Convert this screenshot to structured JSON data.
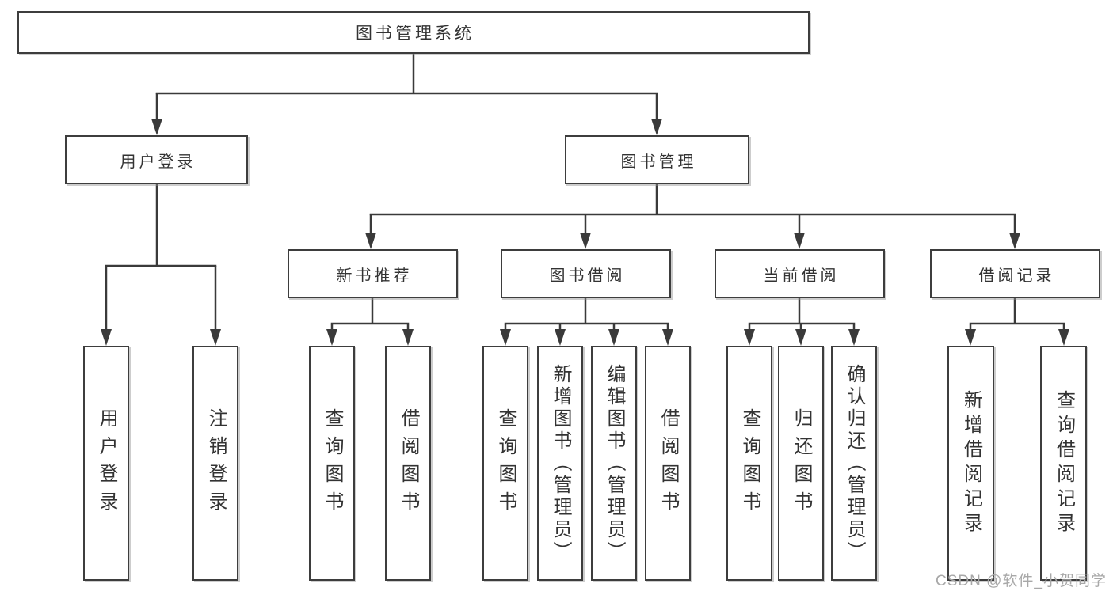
{
  "diagram_type": "hierarchy-tree",
  "tree": {
    "root": {
      "label": "图书管理系统",
      "children": [
        {
          "label": "用户登录",
          "children": [
            {
              "label": "用户登录"
            },
            {
              "label": "注销登录"
            }
          ]
        },
        {
          "label": "图书管理",
          "children": [
            {
              "label": "新书推荐",
              "children": [
                {
                  "label": "查询图书"
                },
                {
                  "label": "借阅图书"
                }
              ]
            },
            {
              "label": "图书借阅",
              "children": [
                {
                  "label": "查询图书"
                },
                {
                  "label": "新增图书（管理员）"
                },
                {
                  "label": "编辑图书（管理员）"
                },
                {
                  "label": "借阅图书"
                }
              ]
            },
            {
              "label": "当前借阅",
              "children": [
                {
                  "label": "查询图书"
                },
                {
                  "label": "归还图书"
                },
                {
                  "label": "确认归还（管理员）"
                }
              ]
            },
            {
              "label": "借阅记录",
              "children": [
                {
                  "label": "新增借阅记录"
                },
                {
                  "label": "查询借阅记录"
                }
              ]
            }
          ]
        }
      ]
    }
  },
  "watermark": {
    "text": "CSDN @软件_小贺同学"
  },
  "colors": {
    "line": "#3a3a3a",
    "box_border": "#3d3d3d",
    "text": "#333333",
    "watermark": "#a8a8a8",
    "background": "#ffffff"
  }
}
